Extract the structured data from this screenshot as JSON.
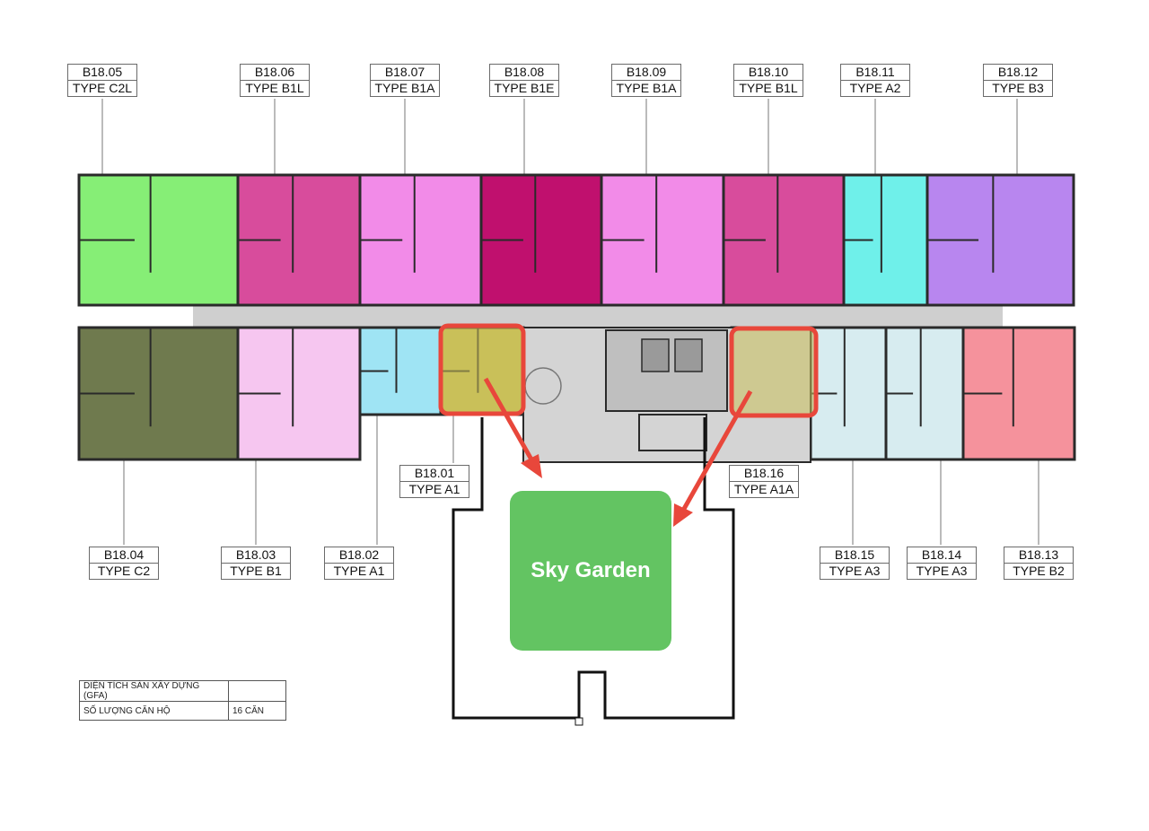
{
  "units_top": [
    {
      "code": "B18.05",
      "type": "TYPE C2L",
      "color": "#86ee76"
    },
    {
      "code": "B18.06",
      "type": "TYPE B1L",
      "color": "#d84c9c"
    },
    {
      "code": "B18.07",
      "type": "TYPE B1A",
      "color": "#f28be8"
    },
    {
      "code": "B18.08",
      "type": "TYPE B1E",
      "color": "#c0106e"
    },
    {
      "code": "B18.09",
      "type": "TYPE B1A",
      "color": "#f28be8"
    },
    {
      "code": "B18.10",
      "type": "TYPE B1L",
      "color": "#d84c9c"
    },
    {
      "code": "B18.11",
      "type": "TYPE A2",
      "color": "#6ff0ea"
    },
    {
      "code": "B18.12",
      "type": "TYPE B3",
      "color": "#b886ef"
    }
  ],
  "units_bottom": [
    {
      "code": "B18.04",
      "type": "TYPE C2",
      "color": "#6f7a4e"
    },
    {
      "code": "B18.03",
      "type": "TYPE B1",
      "color": "#f6c6f0"
    },
    {
      "code": "B18.02",
      "type": "TYPE A1",
      "color": "#9fe4f4"
    },
    {
      "code": "B18.01",
      "type": "TYPE A1",
      "color": "#c9c05a"
    },
    {
      "code": "B18.16",
      "type": "TYPE A1A",
      "color": "#c9c05a"
    },
    {
      "code": "B18.15",
      "type": "TYPE A3",
      "color": "#d7ecf0"
    },
    {
      "code": "B18.14",
      "type": "TYPE A3",
      "color": "#d7ecf0"
    },
    {
      "code": "B18.13",
      "type": "TYPE B2",
      "color": "#f5929c"
    }
  ],
  "garden": {
    "label": "Sky Garden",
    "color": "#63c462"
  },
  "summary": {
    "rows": [
      {
        "key": "DIỆN TÍCH SÀN XÂY DỰNG (GFA)",
        "value": ""
      },
      {
        "key": "SỐ LƯỢNG CĂN HỘ",
        "value": "16 CĂN"
      }
    ]
  },
  "colors": {
    "highlight": "#e8473b",
    "corridor": "#cfcfcf",
    "wall": "#2a2a2a"
  },
  "icons": [
    "arrow-icon"
  ]
}
